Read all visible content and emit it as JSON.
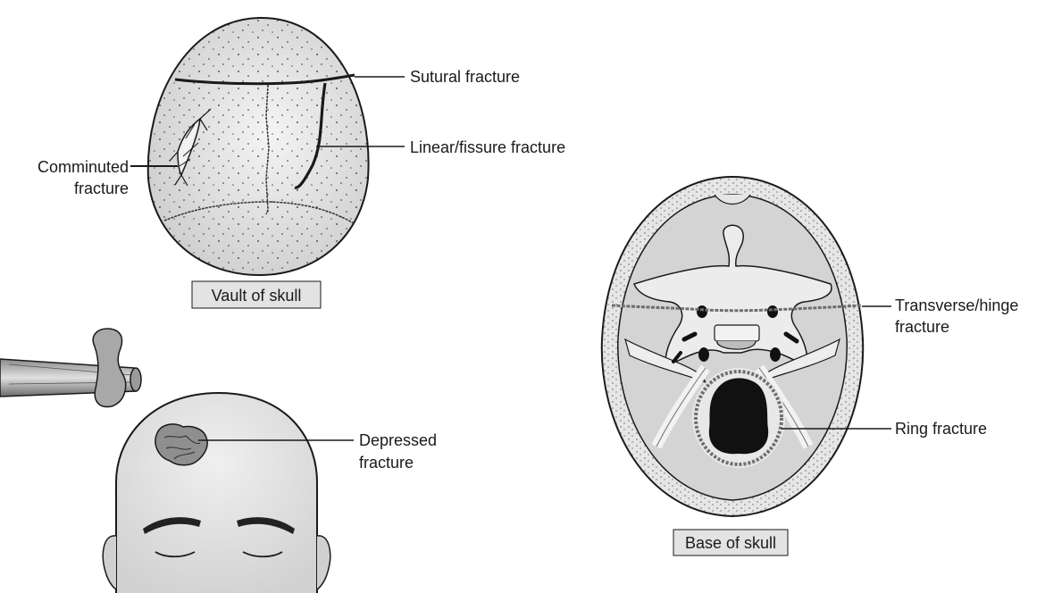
{
  "labels": {
    "sutural": "Sutural fracture",
    "linear": "Linear/fissure fracture",
    "comminuted_line1": "Comminuted",
    "comminuted_line2": "fracture",
    "depressed_line1": "Depressed",
    "depressed_line2": "fracture",
    "transverse_line1": "Transverse/hinge",
    "transverse_line2": "fracture",
    "ring": "Ring fracture"
  },
  "captions": {
    "vault": "Vault of skull",
    "base": "Base of skull"
  },
  "colors": {
    "fill_gray": "#d9d9d9",
    "bone_light": "#ececec",
    "outline": "#1a1a1a",
    "fracture_line_gray": "#6e6e6e"
  }
}
